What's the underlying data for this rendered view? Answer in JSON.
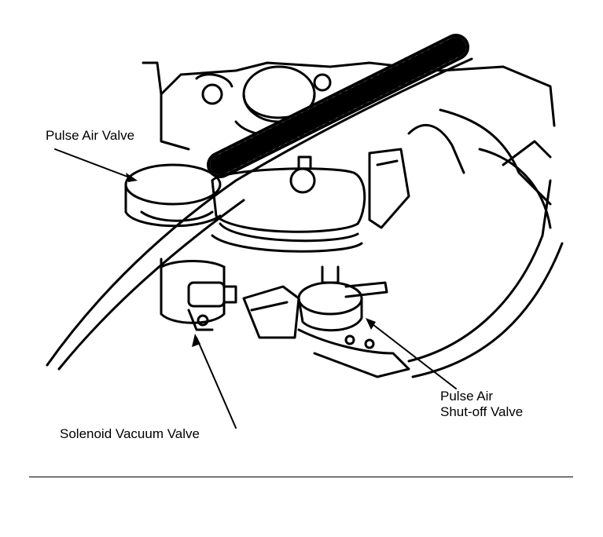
{
  "diagram": {
    "labels": {
      "pulse_air_valve": "Pulse Air Valve",
      "solenoid_vacuum_valve": "Solenoid Vacuum Valve",
      "pulse_air_shutoff_line1": "Pulse Air",
      "pulse_air_shutoff_line2": "Shut-off Valve"
    },
    "colors": {
      "ink": "#000000",
      "paper": "#ffffff"
    }
  }
}
